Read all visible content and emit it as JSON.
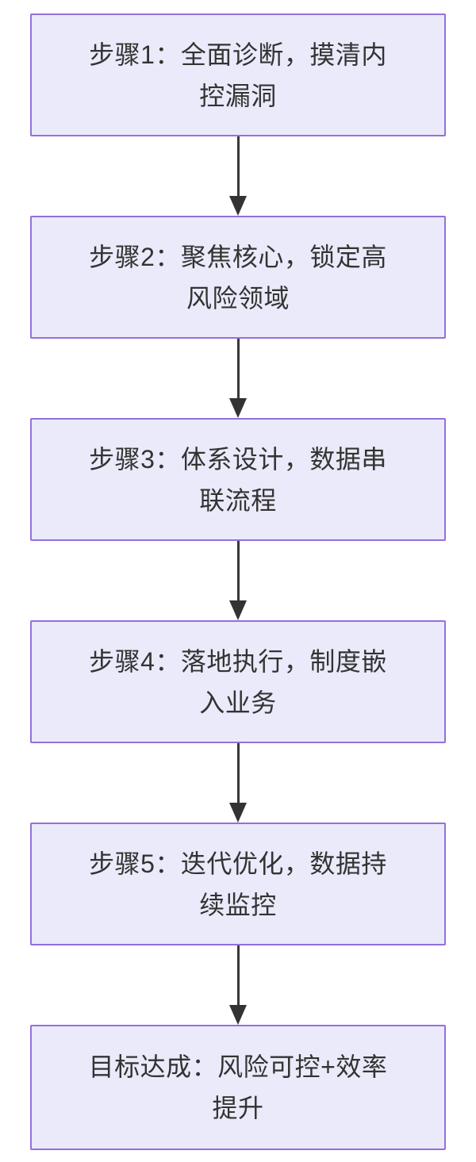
{
  "page": {
    "background_color": "#ffffff"
  },
  "flowchart": {
    "style": {
      "node_fill_color": "#eaeafa",
      "node_border_color": "#9370db",
      "text_color": "#333333",
      "arrow_color": "#333333"
    },
    "nodes": [
      {
        "id": "step1",
        "label": "步骤1：全面诊断，摸清内控漏洞",
        "lines": [
          "步骤1：全面诊断，摸清内",
          "控漏洞"
        ]
      },
      {
        "id": "step2",
        "label": "步骤2：聚焦核心，锁定高风险领域",
        "lines": [
          "步骤2：聚焦核心，锁定高",
          "风险领域"
        ]
      },
      {
        "id": "step3",
        "label": "步骤3：体系设计，数据串联流程",
        "lines": [
          "步骤3：体系设计，数据串",
          "联流程"
        ]
      },
      {
        "id": "step4",
        "label": "步骤4：落地执行，制度嵌入业务",
        "lines": [
          "步骤4：落地执行，制度嵌",
          "入业务"
        ]
      },
      {
        "id": "step5",
        "label": "步骤5：迭代优化，数据持续监控",
        "lines": [
          "步骤5：迭代优化，数据持",
          "续监控"
        ]
      },
      {
        "id": "goal",
        "label": "目标达成：风险可控+效率提升",
        "lines": [
          "目标达成：风险可控+效率",
          "提升"
        ]
      }
    ]
  }
}
